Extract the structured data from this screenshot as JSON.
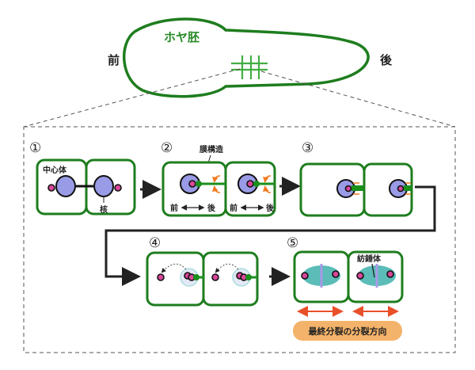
{
  "embryo": {
    "title": "ホヤ胚",
    "anterior": "前",
    "posterior": "後"
  },
  "panels": [
    {
      "number": "①",
      "labels": {
        "centrosome": "中心体",
        "nucleus": "核"
      }
    },
    {
      "number": "②",
      "labels": {
        "membrane": "膜構造",
        "axis_left": "前",
        "axis_right": "後"
      }
    },
    {
      "number": "③"
    },
    {
      "number": "④"
    },
    {
      "number": "⑤",
      "labels": {
        "spindle": "紡錘体"
      }
    }
  ],
  "caption": "最終分裂の分裂方向",
  "colors": {
    "cell_outline": "#1e7d1e",
    "nucleus": "#9a9be6",
    "centrosome": "#d9479a",
    "membrane": "#1a8f1a",
    "arrow_red": "#e8502a",
    "caption_bg": "#f4b36a",
    "spindle": "#5bbcb8"
  }
}
